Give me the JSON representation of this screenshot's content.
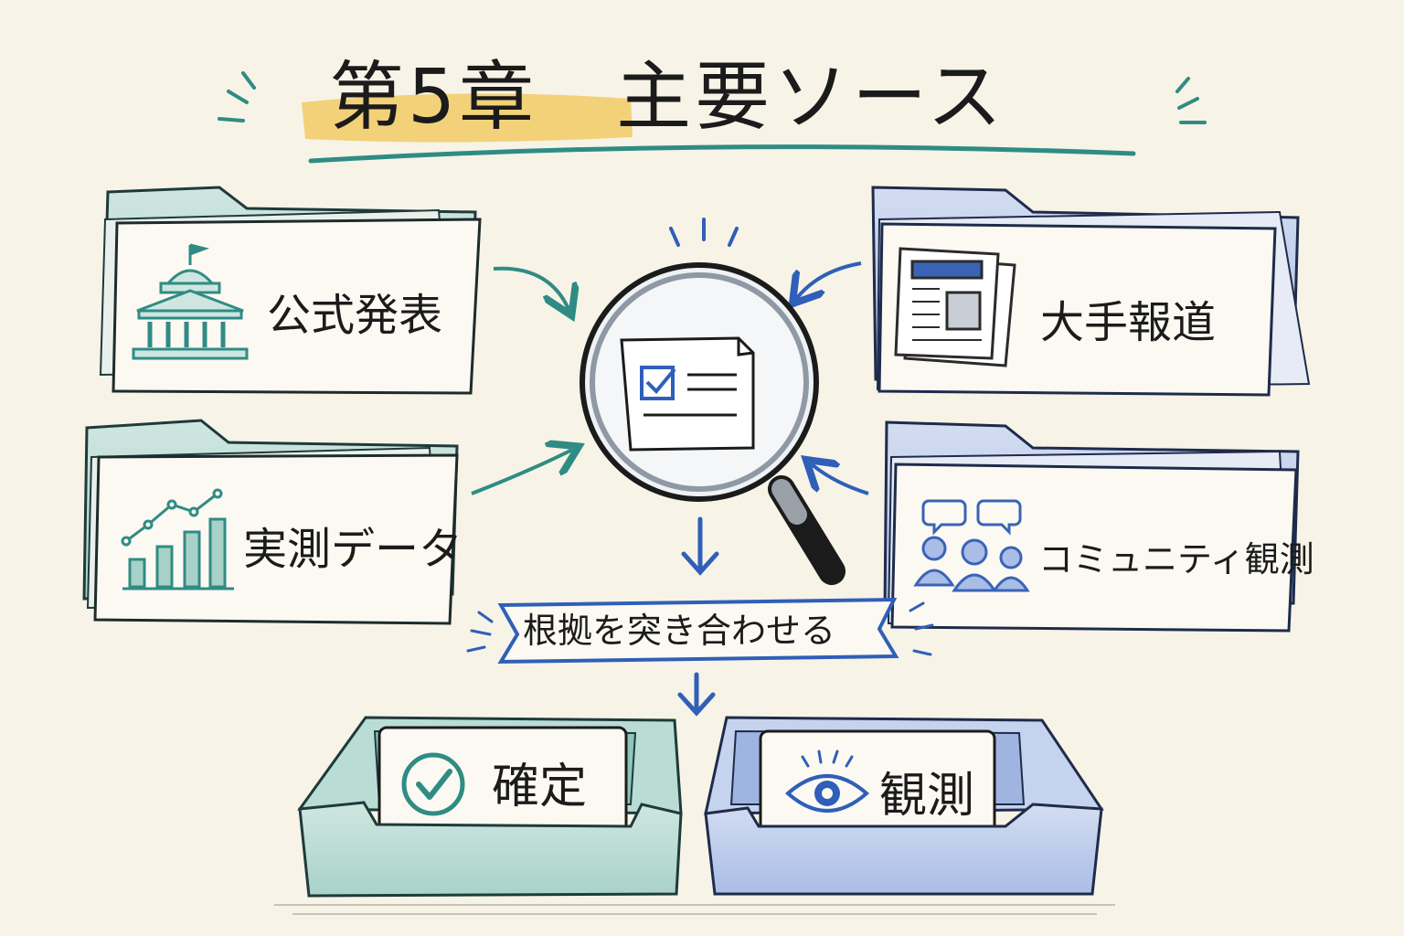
{
  "title": "第5章　主要ソース",
  "sources": {
    "official": {
      "label": "公式発表",
      "icon": "government-building-icon",
      "color": "#2f8c84"
    },
    "measured": {
      "label": "実測データ",
      "icon": "bar-line-chart-icon",
      "color": "#2f8c84"
    },
    "media": {
      "label": "大手報道",
      "icon": "newspaper-icon",
      "color": "#3a63b8"
    },
    "community": {
      "label": "コミュニティ観測",
      "icon": "people-speech-bubbles-icon",
      "color": "#3a63b8"
    }
  },
  "center": {
    "icon": "magnifying-glass-document-icon"
  },
  "banner": {
    "label": "根拠を突き合わせる"
  },
  "outcomes": {
    "confirmed": {
      "label": "確定",
      "icon": "check-circle-icon",
      "color": "#2f8c84"
    },
    "observed": {
      "label": "観測",
      "icon": "eye-icon",
      "color": "#3a63b8"
    }
  },
  "colors": {
    "teal": "#2f8c84",
    "blue": "#2f5fb8",
    "highlight": "#f0c24a",
    "paper": "#f7f3e7"
  }
}
